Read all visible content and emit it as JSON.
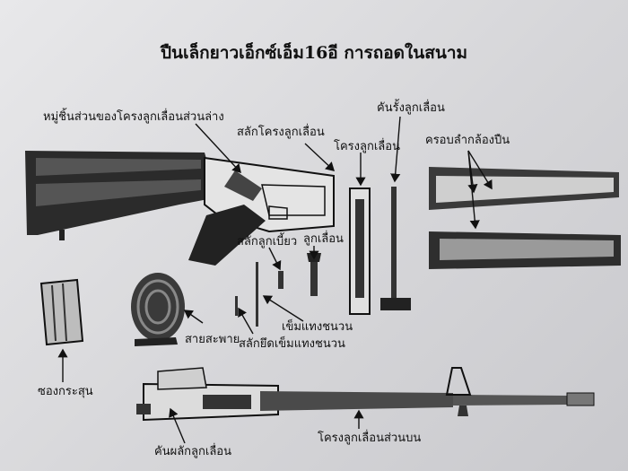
{
  "title": "ปืนเล็กยาวเอ็กซ์เอ็ม16อี การถอดในสนาม",
  "labels": {
    "lower_receiver_group": "หมู่ชิ้นส่วนของโครงลูกเลื่อนส่วนล่าง",
    "receiver_pin": "สลักโครงลูกเลื่อน",
    "bolt_carrier": "โครงลูกเลื่อน",
    "charging_handle": "คันรั้งลูกเลื่อน",
    "handguards": "ครอบลำกล้องปืน",
    "cam_pin": "สลักลูกเบี้ยว",
    "bolt": "ลูกเลื่อน",
    "sling": "สายสะพาย",
    "firing_pin": "เข็มแทงชนวน",
    "firing_pin_retaining_pin": "สลักยึดเข็มแทงชนวน",
    "magazine": "ซองกระสุน",
    "upper_receiver": "โครงลูกเลื่อนส่วนบน",
    "charging_handle_lower": "คันผลักลูกเลื่อน"
  }
}
